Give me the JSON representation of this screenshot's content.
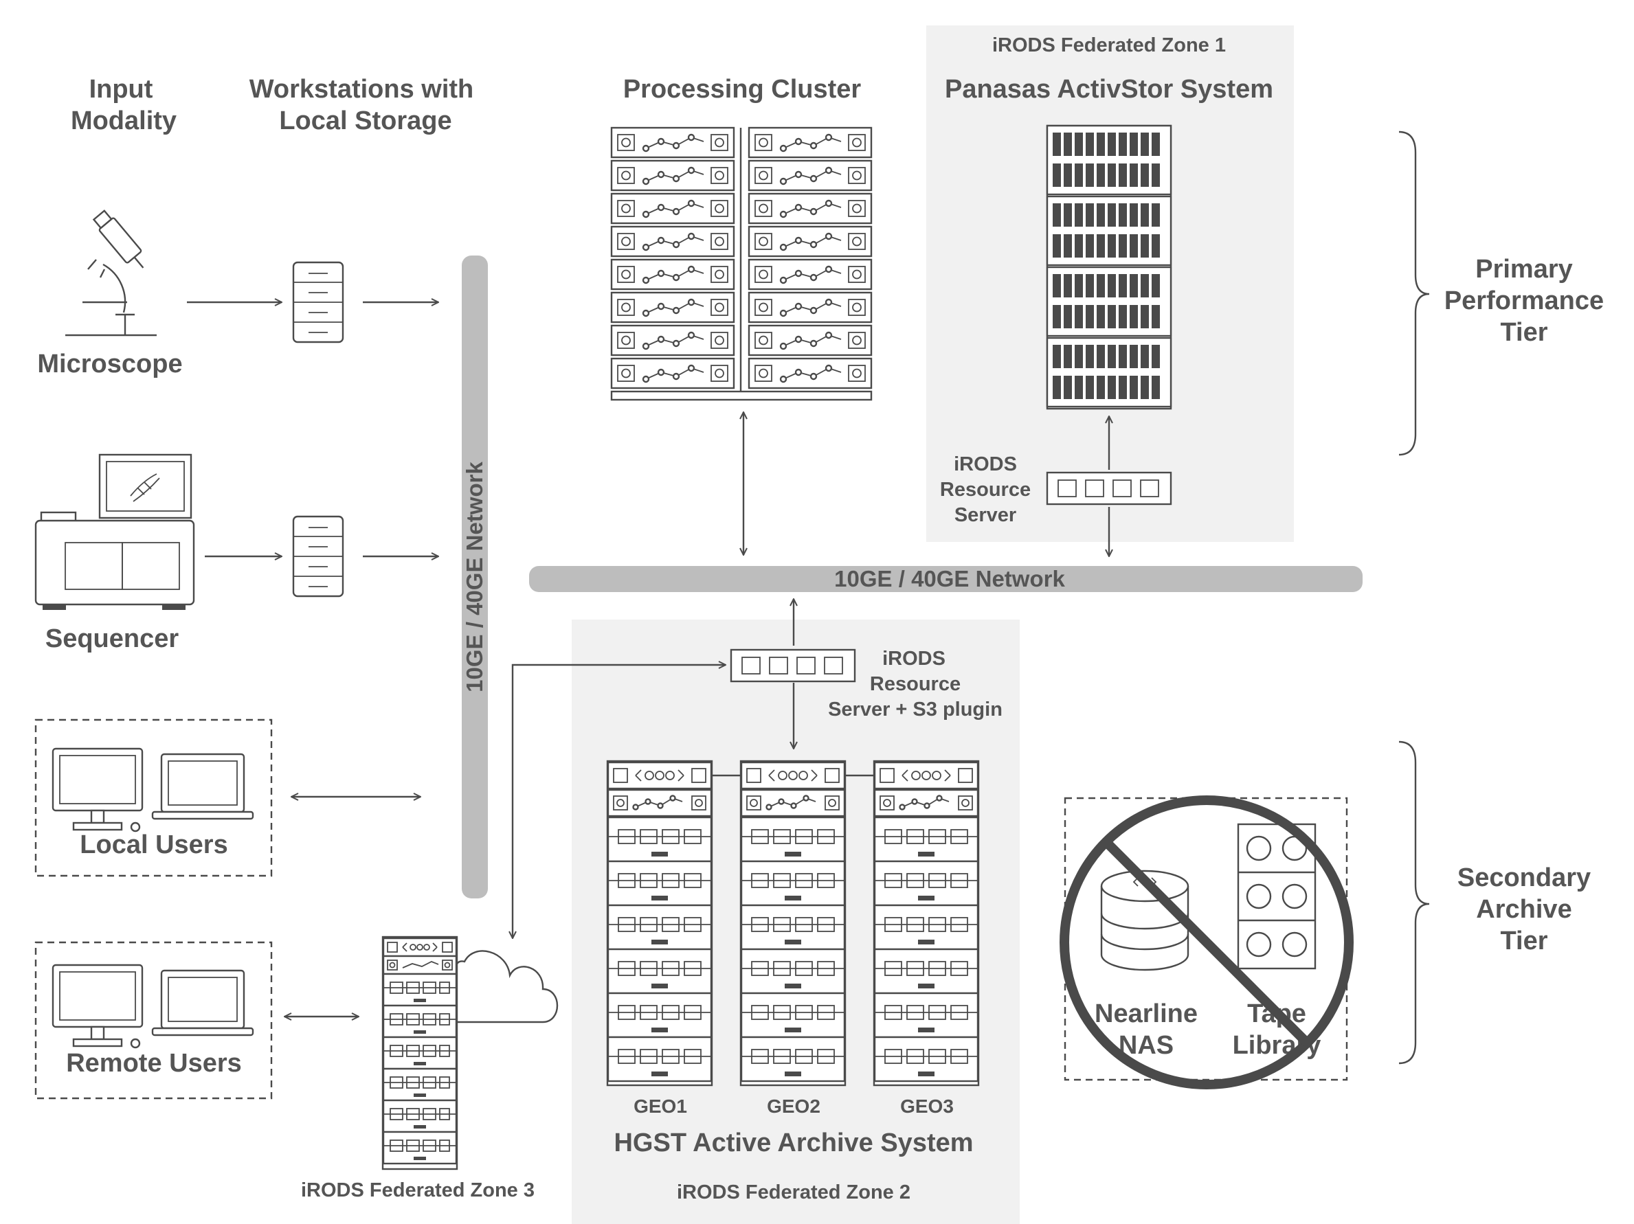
{
  "columns": {
    "input_modality": [
      "Input",
      "Modality"
    ],
    "workstations": [
      "Workstations with",
      "Local Storage"
    ],
    "processing_cluster": "Processing Cluster"
  },
  "zone1": {
    "title": "iRODS Federated Zone 1",
    "system": "Panasas ActivStor System",
    "resource_server": [
      "iRODS",
      "Resource",
      "Server"
    ]
  },
  "zone2": {
    "resource_server": [
      "iRODS",
      "Resource",
      "Server + S3 plugin"
    ],
    "geos": [
      "GEO1",
      "GEO2",
      "GEO3"
    ],
    "system": "HGST Active Archive System",
    "title": "iRODS Federated  Zone 2"
  },
  "zone3": {
    "title": "iRODS Federated Zone 3"
  },
  "devices": {
    "microscope": "Microscope",
    "sequencer": "Sequencer",
    "local_users": "Local Users",
    "remote_users": "Remote Users"
  },
  "networks": {
    "vertical": "10GE / 40GE Network",
    "horizontal": "10GE / 40GE Network"
  },
  "legacy": {
    "nearline_nas": [
      "Nearline",
      "NAS"
    ],
    "tape_library": [
      "Tape",
      "Library"
    ]
  },
  "tiers": {
    "primary": [
      "Primary",
      "Performance",
      "Tier"
    ],
    "secondary": [
      "Secondary",
      "Archive",
      "Tier"
    ]
  }
}
